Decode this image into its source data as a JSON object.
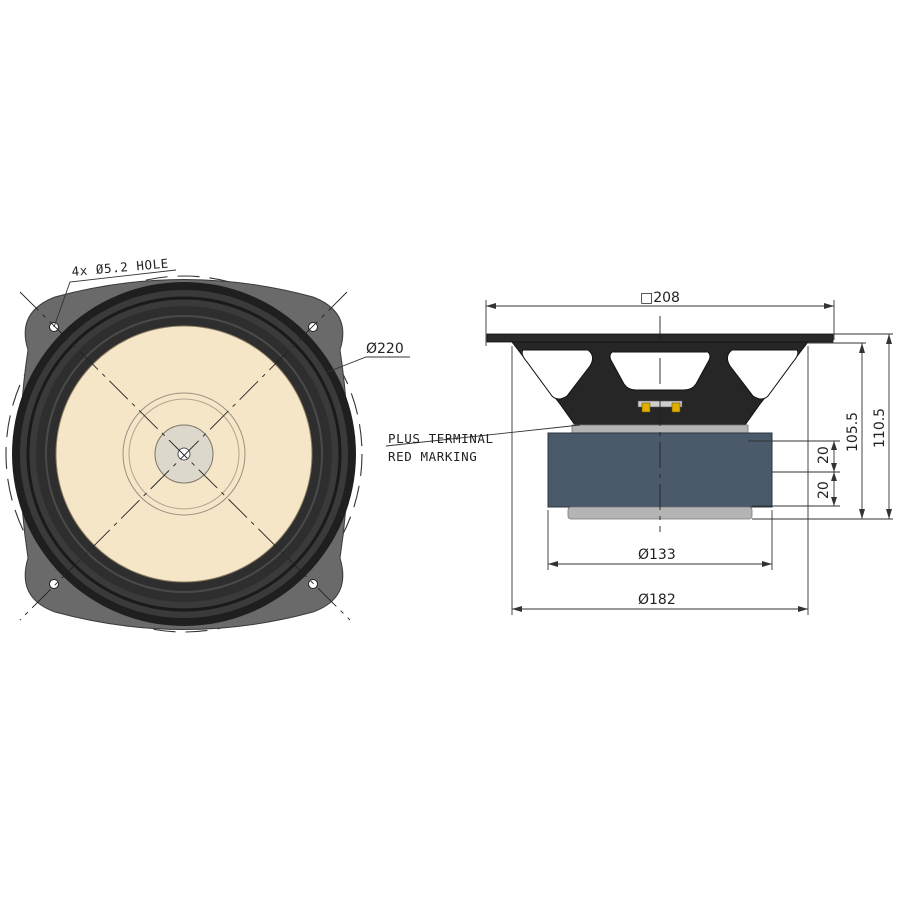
{
  "labels": {
    "holes": "4x Ø5.2 HOLE",
    "outer_diameter": "Ø220",
    "frame_square": "□208",
    "magnet_diameter": "Ø133",
    "basket_diameter": "Ø182",
    "total_depth": "110.5",
    "mount_depth": "105.5",
    "plate_upper": "20",
    "plate_lower": "20",
    "terminal_line1": "PLUS TERMINAL",
    "terminal_line2": "RED MARKING"
  },
  "colors": {
    "frame": "#6a6a6a",
    "surround": "#2a2a2a",
    "cone": "#f5e6c8",
    "dust_cap": "#ddd8cc",
    "basket": "#262626",
    "magnet": "#4a5a6a",
    "plate": "#b4b4b4",
    "terminal": "#e0b000"
  }
}
